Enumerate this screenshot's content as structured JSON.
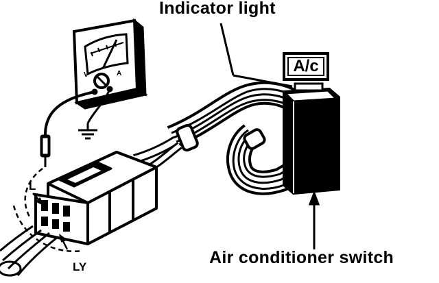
{
  "labels": {
    "indicator_light": "Indicator light",
    "air_conditioner_switch": "Air conditioner switch",
    "switch_face": "A/c",
    "pin_l": "L",
    "pin_ly": "LY"
  },
  "colors": {
    "ink": "#000000",
    "paper": "#ffffff"
  },
  "icons": {
    "meter": "multimeter-icon",
    "ground": "ground-symbol-icon",
    "probe": "test-probe-icon",
    "connector": "wiring-connector-icon",
    "switch": "ac-switch-icon"
  }
}
